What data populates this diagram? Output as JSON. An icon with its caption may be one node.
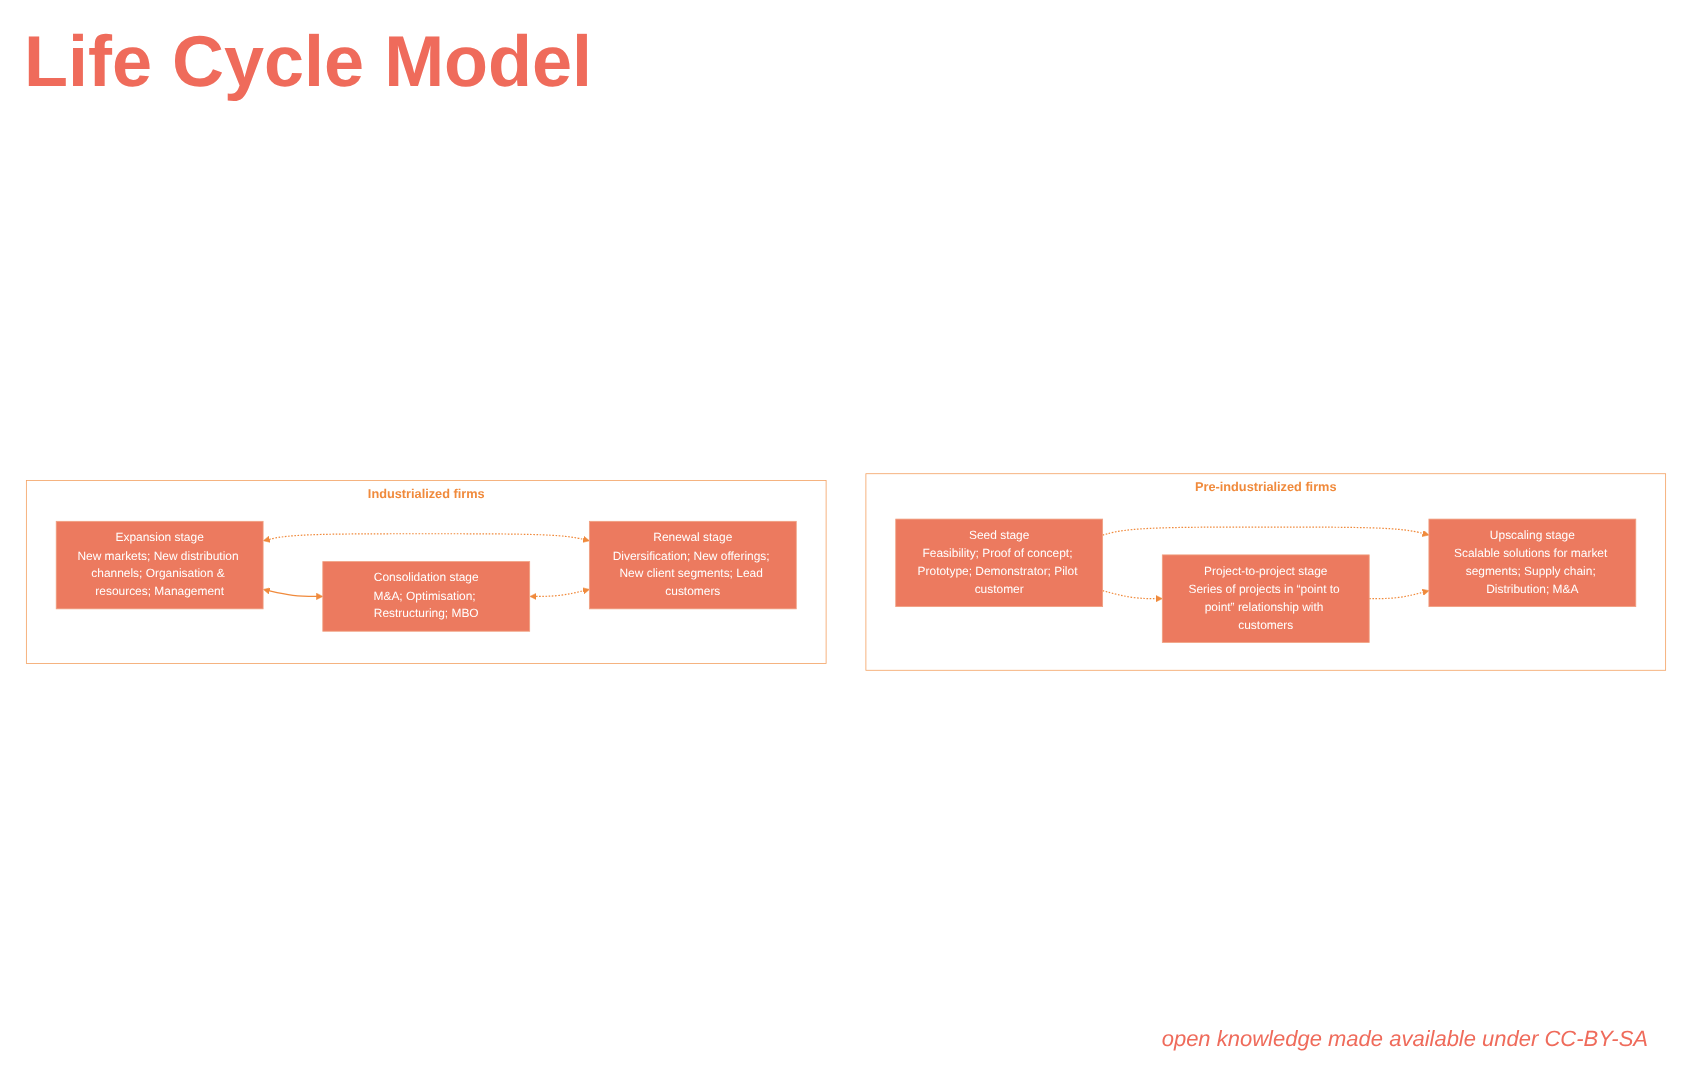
{
  "diagram": {
    "title": "Life Cycle Model",
    "caption": "open knowledge made available under CC-BY-SA",
    "nodes": [
      {
        "text": [
          "Pre-industrialized firms"
        ]
      },
      {
        "text": [
          "Seed stage",
          "Feasibility; Proof of concept; Prototype; Demonstrator; Pilot customer"
        ],
        "in": 0
      },
      {
        "text": [
          "Upscaling stage",
          "Scalable solutions for market segments; Supply chain; Distribution; M&A"
        ],
        "in": 0
      },
      {
        "text": [
          "Project-to-project stage",
          "Series of projects in “point to point” relationship with customers"
        ],
        "in": 0
      },
      {
        "text": [
          "Industrialized firms"
        ]
      },
      {
        "text": [
          "Expansion stage",
          "New markets; New distribution channels; Organisation & resources; Management"
        ],
        "in": 4
      },
      {
        "text": [
          "Consolidation stage",
          "M&A; Optimisation; Restructuring; MBO"
        ],
        "in": 4
      },
      {
        "text": [
          "Renewal stage",
          "Diversification; New offerings; New client segments; Lead customers"
        ],
        "in": 4
      }
    ],
    "edges": [
      {
        "from": 1,
        "to": 2,
        "arrow": "to",
        "style": "dashed"
      },
      {
        "from": 1,
        "to": 3,
        "arrow": "to",
        "style": "dashed"
      },
      {
        "from": 3,
        "to": 2,
        "arrow": "to",
        "style": "dashed"
      },
      {
        "from": 5,
        "to": 6,
        "arrow": "both"
      },
      {
        "from": 5,
        "to": 7,
        "arrow": "both",
        "style": "dashed"
      },
      {
        "from": 6,
        "to": 7,
        "arrow": "both",
        "style": "dashed"
      }
    ]
  }
}
